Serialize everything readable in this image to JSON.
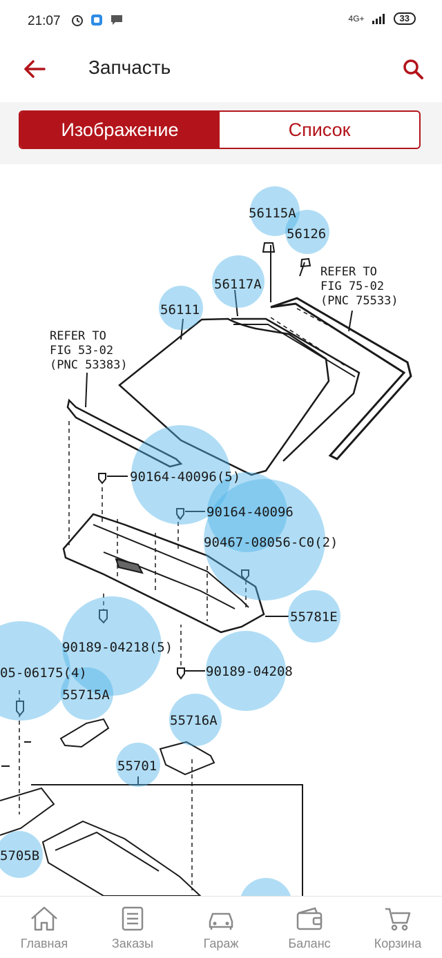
{
  "status": {
    "time": "21:07",
    "network": "4G+",
    "battery": "33"
  },
  "header": {
    "title": "Запчасть"
  },
  "tabs": [
    {
      "label": "Изображение",
      "active": true
    },
    {
      "label": "Список",
      "active": false
    }
  ],
  "diagram": {
    "refer1": {
      "line1": "REFER TO",
      "line2": "FIG 53-02",
      "line3": "(PNC 53383)"
    },
    "refer2": {
      "line1": "REFER TO",
      "line2": "FIG 75-02",
      "line3": "(PNC 75533)"
    },
    "parts": [
      "56115A",
      "56126",
      "56117A",
      "56111",
      "90164-40096(5)",
      "90164-40096",
      "90467-08056-C0(2)",
      "55781E",
      "90189-04218(5)",
      "05-06175(4)",
      "90189-04208",
      "55715A",
      "55716A",
      "55701",
      "5705B"
    ]
  },
  "nav": [
    {
      "label": "Главная",
      "icon": "home-icon"
    },
    {
      "label": "Заказы",
      "icon": "orders-icon"
    },
    {
      "label": "Гараж",
      "icon": "car-icon"
    },
    {
      "label": "Баланс",
      "icon": "wallet-icon"
    },
    {
      "label": "Корзина",
      "icon": "cart-icon"
    }
  ],
  "colors": {
    "accent": "#b3141b",
    "hotspot": "#4fb3e8",
    "nav_text": "#8a8a8a"
  }
}
